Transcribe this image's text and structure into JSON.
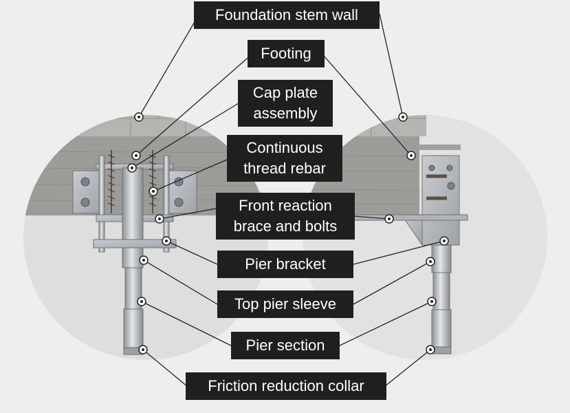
{
  "labels": {
    "foundation_stem_wall": "Foundation stem wall",
    "footing": "Footing",
    "cap_plate_assembly": "Cap plate assembly",
    "continuous_thread_rebar": "Continuous thread rebar",
    "front_reaction_brace": "Front reaction brace and bolts",
    "pier_bracket": "Pier bracket",
    "top_pier_sleeve": "Top pier sleeve",
    "pier_section": "Pier section",
    "friction_reduction_collar": "Friction reduction collar"
  },
  "colors": {
    "label_bg": "#1f1f1f",
    "label_text": "#ffffff",
    "concrete": "#9a9a98",
    "steel": "#b8bcc0",
    "leader": "#222222",
    "circle": "#dcdcdc"
  }
}
